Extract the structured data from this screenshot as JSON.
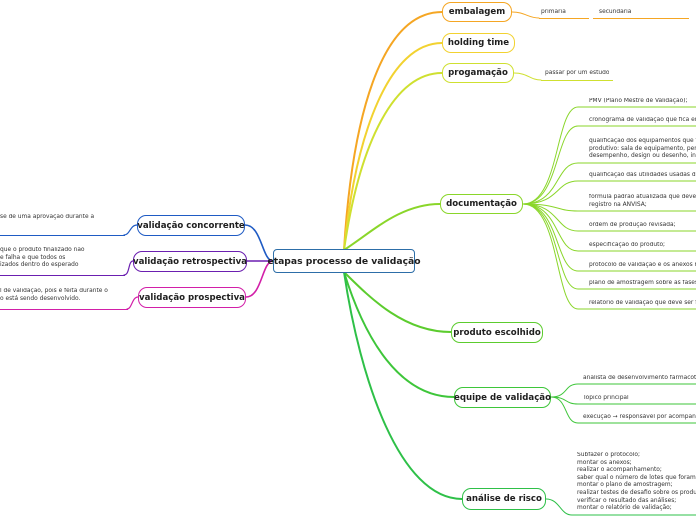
{
  "central": {
    "label": "etapas processo de validação"
  },
  "right_topics": [
    {
      "id": "embalagem",
      "label": "embalagem",
      "color": "#f5a623",
      "subtopics": [
        "primaria",
        "secundaria"
      ]
    },
    {
      "id": "holding",
      "label": "holding time",
      "color": "#f2d230",
      "subtopics": []
    },
    {
      "id": "programacao",
      "label": "progamação",
      "color": "#cfe030",
      "subtopics": [
        "passar por um estudo"
      ]
    },
    {
      "id": "documentacao",
      "label": "documentação",
      "color": "#8ad62a",
      "subtopics": [
        "PMV (Plano Mestre de Validação);",
        "cronograma de validação que fica em",
        "qualificação dos equipamentos que fa\nprodutivo: sala de equipamento, perfo\ndesempenho, design ou desenho, insta",
        "qualificação das utilidades usadas dur",
        "fórmula padrão atualizada que deve se\nregistro na ANVISA;",
        "ordem de produção revisada;",
        "especificação do produto;",
        "protocolo de validação e os anexos ne",
        "plano de amostragem sobre as fases d",
        "relatório de validação que deve ser fei"
      ]
    },
    {
      "id": "produto",
      "label": "produto escolhido",
      "color": "#5ccc2e",
      "subtopics": []
    },
    {
      "id": "equipe",
      "label": "equipe de validação",
      "color": "#3ec63a",
      "subtopics": [
        "analista de desenvolvimento farmacotéc",
        "Tópico principal",
        "execução → responsável por acompanh"
      ]
    },
    {
      "id": "analise",
      "label": "análise de risco",
      "color": "#2ec048",
      "notes": "Subfazer o protocolo;\nmontar os anexos;\nrealizar o acompanhamento;\nsaber qual o número de lotes que foram ac\nmontar o plano de amostragem;\nrealizar testes de desafio sobre os produto\nverificar o resultado das análises;\nmontar o relatório de validação;"
    }
  ],
  "left_topics": [
    {
      "id": "concorrente",
      "label": "validação concorrente",
      "color": "#1f5bc4",
      "note": "se de uma aprovação durante a"
    },
    {
      "id": "retrospectiva",
      "label": "validação retrospectiva",
      "color": "#6b1fb0",
      "note": "que o produto finalizado não\ne falha e que todos os\nizados dentro do esperado"
    },
    {
      "id": "prospectiva",
      "label": "validação prospectiva",
      "color": "#d21fa8",
      "note": "l de validação, pois é feita durante o\no está sendo desenvolvido."
    }
  ]
}
